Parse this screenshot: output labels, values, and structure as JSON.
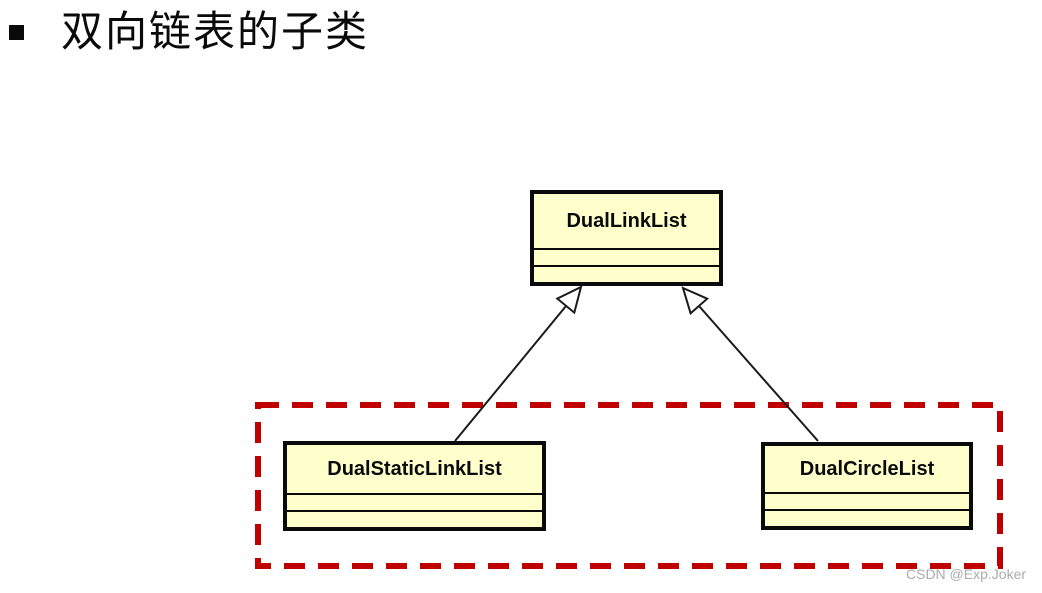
{
  "slide": {
    "title": "双向链表的子类",
    "bullet_icon": "square-bullet"
  },
  "diagram": {
    "type": "uml-class-inheritance",
    "parent_class": {
      "name": "DualLinkList",
      "compartments": [
        "",
        ""
      ]
    },
    "child_classes": [
      {
        "name": "DualStaticLinkList",
        "compartments": [
          "",
          ""
        ]
      },
      {
        "name": "DualCircleList",
        "compartments": [
          "",
          ""
        ]
      }
    ],
    "relation": "inheritance (hollow triangle arrows pointing to parent)",
    "highlight_color": "#c00000",
    "class_fill": "#ffffcc",
    "class_border": "#0a0a0a",
    "line_color": "#1a1a1a"
  },
  "watermark": {
    "text": "CSDN @Exp.Joker",
    "color": "#ababab"
  }
}
